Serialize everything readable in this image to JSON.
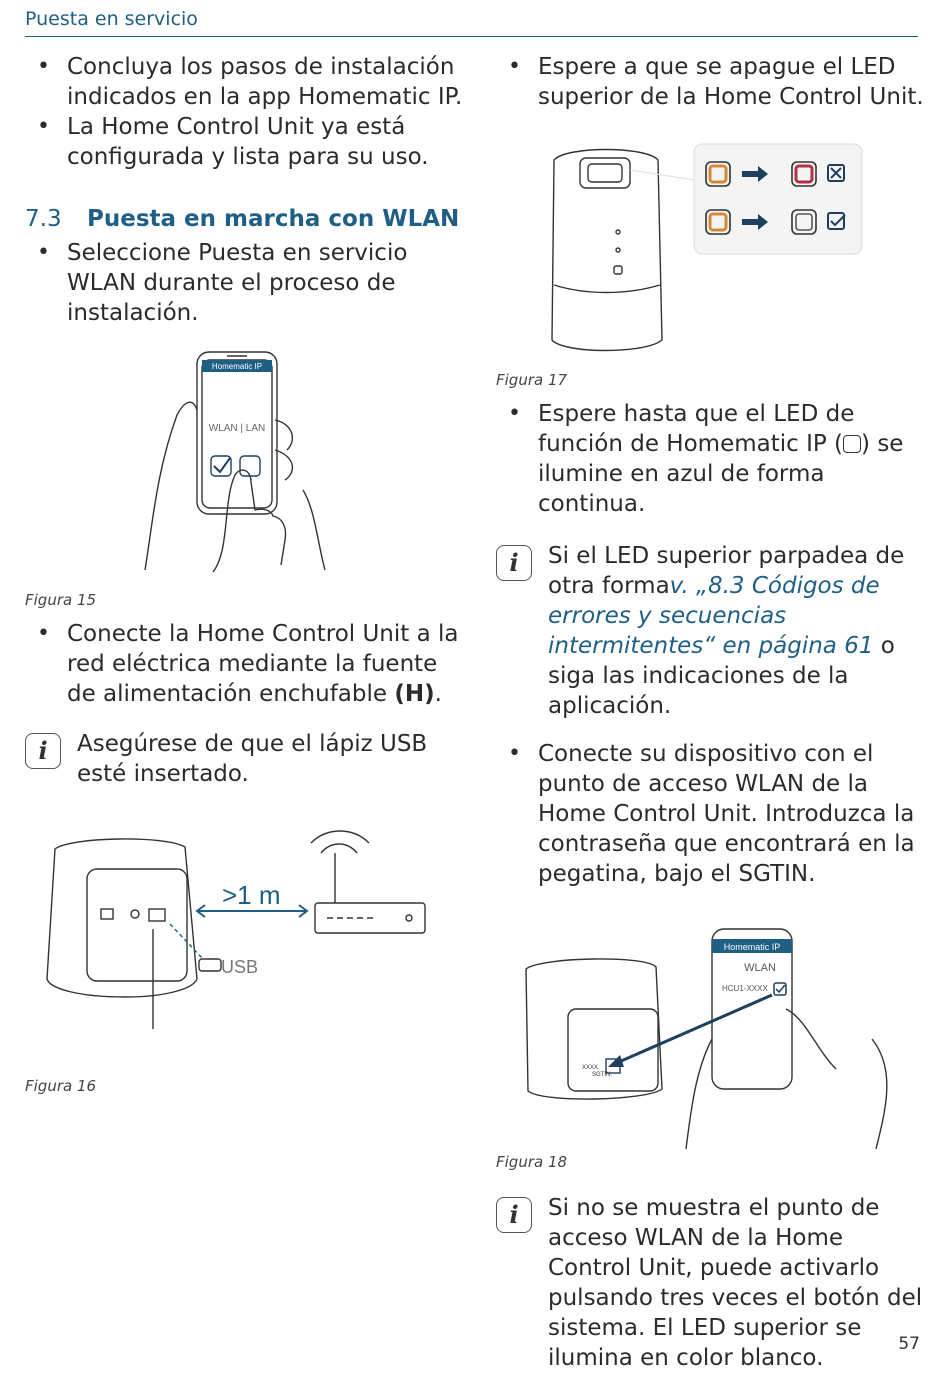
{
  "header": {
    "title": "Puesta en servicio"
  },
  "left": {
    "bullets_intro": [
      "Concluya los pasos de instalación indicados en la app Homematic IP.",
      "La Home Control Unit ya está configurada y lista para su uso."
    ],
    "section": {
      "number": "7.3",
      "title": "Puesta en marcha con WLAN"
    },
    "bullets_section": [
      "Seleccione Puesta en servicio WLAN durante el proceso de instalación."
    ],
    "figure15": {
      "caption": "Figura 15",
      "app_title": "Homematic IP",
      "option_label": "WLAN | LAN"
    },
    "bullets_power": [
      {
        "text": "Conecte la Home Control Unit a la red eléctrica mediante la fuente de alimentación enchufable ",
        "bold": "(H)",
        "end": "."
      }
    ],
    "note_usb": "Asegúrese de que el lápiz USB esté insertado.",
    "figure16": {
      "caption": "Figura 16",
      "distance": ">1 m",
      "usb_label": "USB"
    }
  },
  "right": {
    "bullets_wait": [
      "Espere a que se apague el LED superior de la Home Control Unit."
    ],
    "figure17": {
      "caption": "Figura 17"
    },
    "bullets_led": [
      {
        "before": "Espere hasta que el LED de función de Homematic IP (",
        "after": ") se ilumine en azul de forma continua."
      }
    ],
    "note_led": {
      "before": "Si el LED superior parpadea de otra forma",
      "link": "v. „8.3 Códigos de errores y secuencias intermitentes“ en página 61",
      "after": " o siga las indicaciones de la aplicación."
    },
    "bullets_connect": [
      "Conecte su dispositivo con el punto de acceso WLAN de la Home Control Unit. Introduzca la contraseña que encontrará en la pegatina, bajo el SGTIN."
    ],
    "figure18": {
      "caption": "Figura 18",
      "app_title": "Homematic IP",
      "wlan_label": "WLAN",
      "network": "HCU1-XXXX",
      "sgtin_label": "SGTIN:",
      "xxxx": "XXXX"
    },
    "note_wlan": "Si no se muestra el punto de acceso WLAN de la Home Control Unit, puede activarlo pulsando tres veces el botón del sistema. El LED superior se ilumina en color blanco."
  },
  "page_number": "57",
  "colors": {
    "accent": "#1f5f86",
    "led_orange": "#d08a3a",
    "led_red": "#b0304a"
  }
}
